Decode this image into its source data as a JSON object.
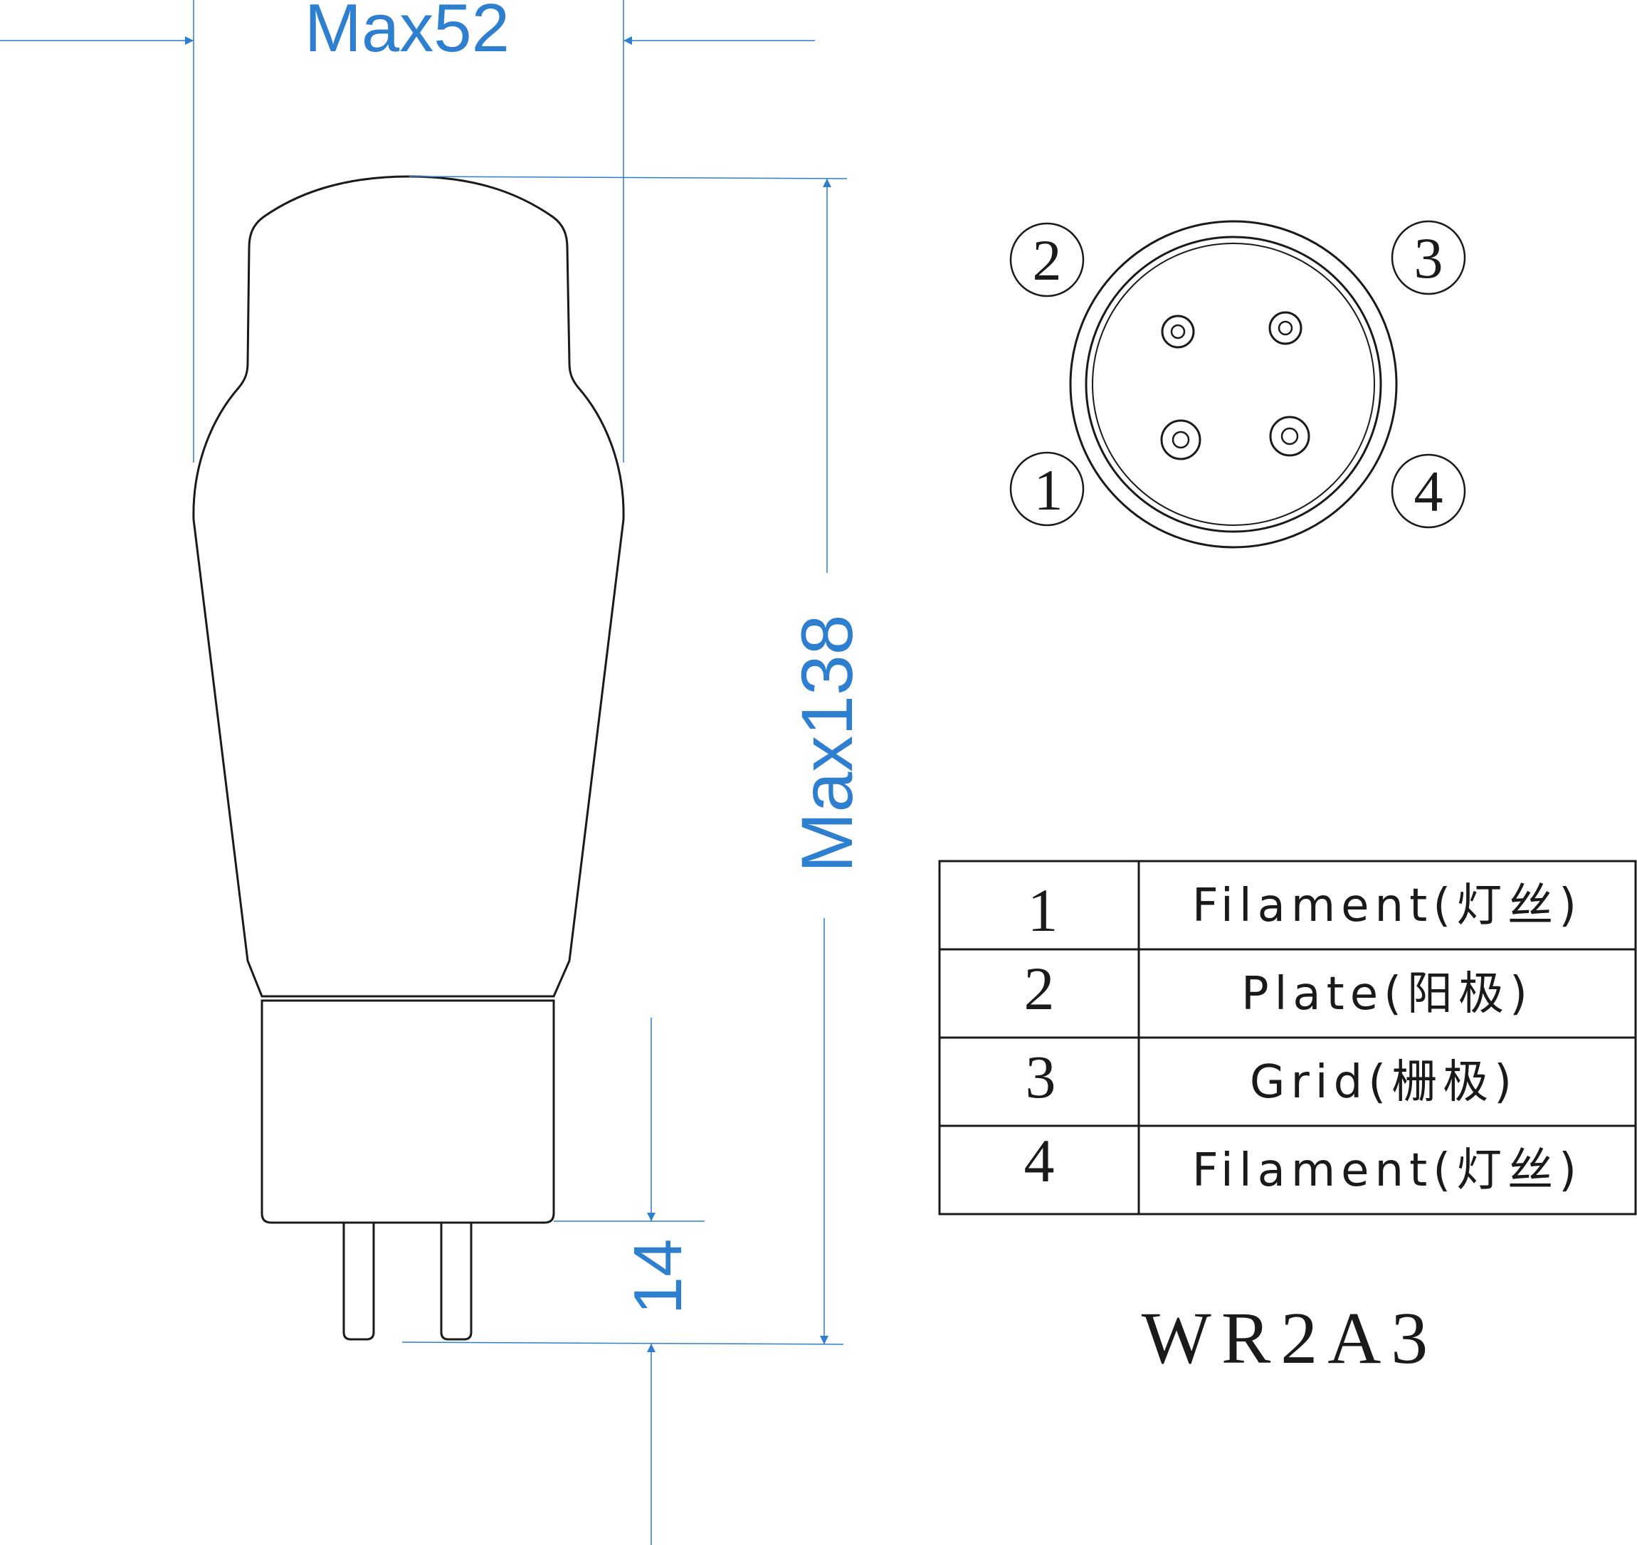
{
  "dimensions": {
    "width_label": "Max52",
    "height_label": "Max138",
    "pin_length_label": "14"
  },
  "socket_pins": [
    {
      "number": "1"
    },
    {
      "number": "2"
    },
    {
      "number": "3"
    },
    {
      "number": "4"
    }
  ],
  "pin_table": [
    {
      "pin": "1",
      "function": "Filament(灯丝)"
    },
    {
      "pin": "2",
      "function": "Plate(阳极)"
    },
    {
      "pin": "3",
      "function": "Grid(栅极)"
    },
    {
      "pin": "4",
      "function": "Filament(灯丝)"
    }
  ],
  "model": "WR2A3",
  "colors": {
    "dimension_blue": "#2f7fd0",
    "outline": "#1a1a1a"
  }
}
